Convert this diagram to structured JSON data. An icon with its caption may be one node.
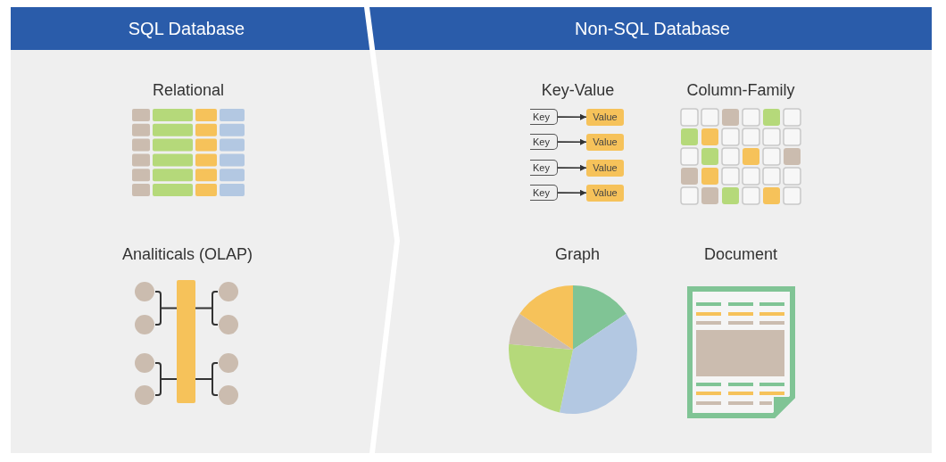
{
  "diagram": {
    "nodes": [
      {
        "text": [
          "SQL Database"
        ]
      },
      {
        "text": [
          "Relational"
        ],
        "in": 0
      },
      {
        "text": [
          "Analiticals (OLAP)"
        ],
        "in": 0
      },
      {
        "text": [
          "Non-SQL Database"
        ]
      },
      {
        "text": [
          "Key-Value"
        ],
        "in": 3
      },
      {
        "text": [
          "Key"
        ],
        "in": 4
      },
      {
        "text": [
          "Value"
        ],
        "in": 4
      },
      {
        "text": [
          "Key"
        ],
        "in": 4
      },
      {
        "text": [
          "Value"
        ],
        "in": 4
      },
      {
        "text": [
          "Key"
        ],
        "in": 4
      },
      {
        "text": [
          "Value"
        ],
        "in": 4
      },
      {
        "text": [
          "Key"
        ],
        "in": 4
      },
      {
        "text": [
          "Value"
        ],
        "in": 4
      },
      {
        "text": [
          "Column-Family"
        ],
        "in": 3
      },
      {
        "text": [
          "Graph"
        ],
        "in": 3
      },
      {
        "text": [
          "Document"
        ],
        "in": 3
      }
    ],
    "edges": [
      {
        "from": 5,
        "to": 6,
        "arrow": "to"
      },
      {
        "from": 7,
        "to": 8,
        "arrow": "to"
      },
      {
        "from": 9,
        "to": 10,
        "arrow": "to"
      },
      {
        "from": 11,
        "to": 12,
        "arrow": "to"
      }
    ]
  }
}
